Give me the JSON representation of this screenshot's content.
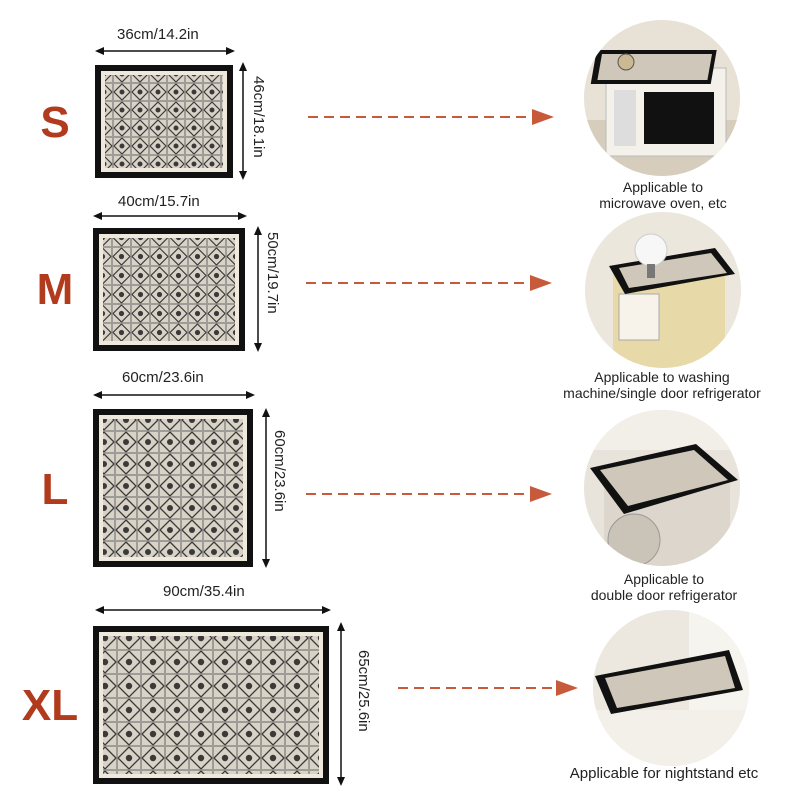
{
  "colors": {
    "accent": "#b23a1d",
    "mat_border": "#111111",
    "mat_fill": "#d9d3c7",
    "tile_dark": "#3a3a3a"
  },
  "rows": [
    {
      "size": "S",
      "width_label": "36cm/14.2in",
      "height_label": "46cm/18.1in",
      "caption": [
        "Applicable to",
        "microwave oven, etc"
      ]
    },
    {
      "size": "M",
      "width_label": "40cm/15.7in",
      "height_label": "50cm/19.7in",
      "caption": [
        "Applicable to washing",
        "machine/single door refrigerator"
      ]
    },
    {
      "size": "L",
      "width_label": "60cm/23.6in",
      "height_label": "60cm/23.6in",
      "caption": [
        "Applicable to",
        "double door refrigerator"
      ]
    },
    {
      "size": "XL",
      "width_label": "90cm/35.4in",
      "height_label": "65cm/25.6in",
      "caption": [
        "Applicable for nightstand etc"
      ]
    }
  ]
}
